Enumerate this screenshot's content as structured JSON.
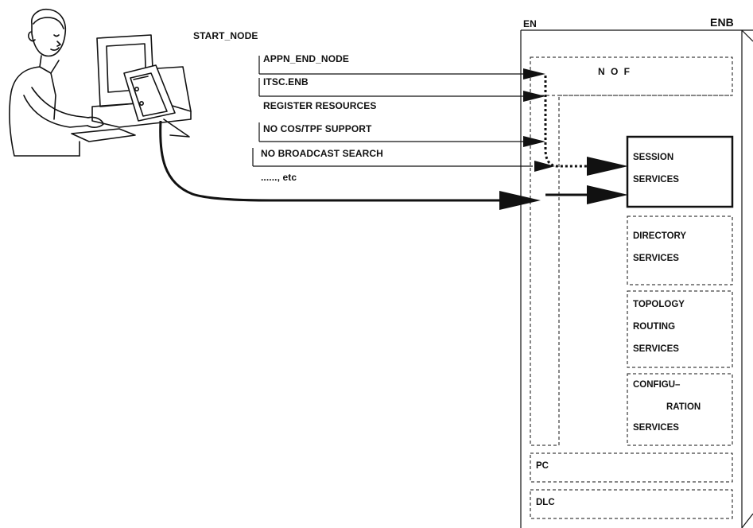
{
  "operator": {
    "command": "START_NODE"
  },
  "parameters": [
    "APPN_END_NODE",
    "ITSC.ENB",
    "REGISTER RESOURCES",
    "NO COS/TPF SUPPORT",
    "NO BROADCAST SEARCH",
    "......, etc"
  ],
  "node": {
    "en_label": "EN",
    "enb_label": "ENB",
    "nof_label": "N O F",
    "session_services": [
      "SESSION",
      "SERVICES"
    ],
    "directory_services": [
      "DIRECTORY",
      "SERVICES"
    ],
    "topology_routing_services": [
      "TOPOLOGY",
      "ROUTING",
      "SERVICES"
    ],
    "configuration_services": [
      "CONFIGU–",
      "RATION",
      "SERVICES"
    ],
    "pc_label": "PC",
    "dlc_label": "DLC"
  },
  "colors": {
    "ink": "#111111",
    "background": "#ffffff"
  }
}
